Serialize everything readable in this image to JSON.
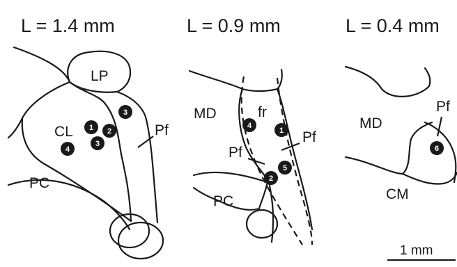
{
  "sections": [
    {
      "title": "L = 1.4 mm",
      "regions": [
        "LP",
        "CL",
        "Pf",
        "PC"
      ],
      "markers": [
        "1",
        "2",
        "3",
        "4",
        "3"
      ]
    },
    {
      "title": "L = 0.9 mm",
      "regions": [
        "MD",
        "fr",
        "Pf",
        "Pf",
        "PC"
      ],
      "markers": [
        "4",
        "1",
        "5",
        "2"
      ]
    },
    {
      "title": "L = 0.4 mm",
      "regions": [
        "MD",
        "Pf",
        "CM"
      ],
      "markers": [
        "6"
      ]
    }
  ],
  "scale_bar": {
    "label": "1 mm"
  }
}
